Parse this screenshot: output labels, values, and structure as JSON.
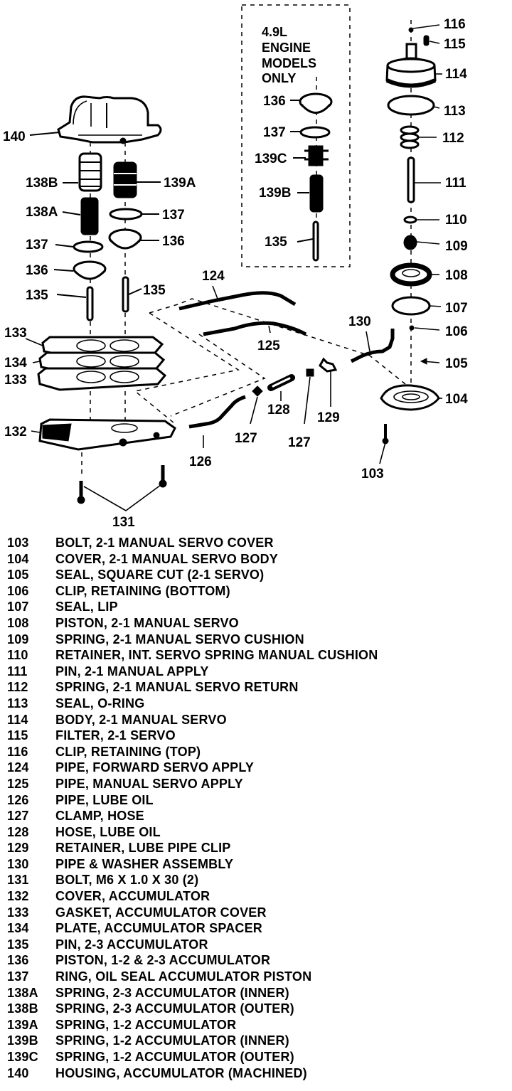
{
  "diagram": {
    "title": "2-1 Manual Servo and Accumulator Exploded View",
    "note_box": [
      "4.9L",
      "ENGINE",
      "MODELS",
      "ONLY"
    ],
    "callouts": {
      "c116": "116",
      "c115": "115",
      "c114": "114",
      "c113": "113",
      "c112": "112",
      "c111": "111",
      "c110": "110",
      "c109": "109",
      "c108": "108",
      "c107": "107",
      "c106": "106",
      "c105": "105",
      "c104": "104",
      "c103": "103",
      "c140": "140",
      "c138b": "138B",
      "c139a": "139A",
      "c138a": "138A",
      "c137a": "137",
      "c137b": "137",
      "c136a": "136",
      "c136b": "136",
      "c135a": "135",
      "c135b": "135",
      "c133a": "133",
      "c134": "134",
      "c133b": "133",
      "c132": "132",
      "c131": "131",
      "c126": "126",
      "c127a": "127",
      "c127b": "127",
      "c128": "128",
      "c129": "129",
      "c130": "130",
      "c124": "124",
      "c125": "125",
      "box136": "136",
      "box137": "137",
      "box139c": "139C",
      "box139b": "139B",
      "box135": "135"
    }
  },
  "parts_list": [
    {
      "num": "103",
      "desc": "BOLT, 2-1 MANUAL SERVO COVER"
    },
    {
      "num": "104",
      "desc": "COVER, 2-1 MANUAL SERVO BODY"
    },
    {
      "num": "105",
      "desc": "SEAL, SQUARE CUT (2-1 SERVO)"
    },
    {
      "num": "106",
      "desc": "CLIP, RETAINING (BOTTOM)"
    },
    {
      "num": "107",
      "desc": "SEAL, LIP"
    },
    {
      "num": "108",
      "desc": "PISTON, 2-1 MANUAL SERVO"
    },
    {
      "num": "109",
      "desc": "SPRING, 2-1 MANUAL SERVO CUSHION"
    },
    {
      "num": "110",
      "desc": "RETAINER, INT. SERVO SPRING MANUAL CUSHION"
    },
    {
      "num": "111",
      "desc": "PIN, 2-1 MANUAL APPLY"
    },
    {
      "num": "112",
      "desc": "SPRING, 2-1 MANUAL SERVO RETURN"
    },
    {
      "num": "113",
      "desc": "SEAL, O-RING"
    },
    {
      "num": "114",
      "desc": "BODY, 2-1 MANUAL SERVO"
    },
    {
      "num": "115",
      "desc": "FILTER, 2-1 SERVO"
    },
    {
      "num": "116",
      "desc": "CLIP, RETAINING (TOP)"
    },
    {
      "num": "124",
      "desc": "PIPE, FORWARD SERVO APPLY"
    },
    {
      "num": "125",
      "desc": "PIPE, MANUAL SERVO APPLY"
    },
    {
      "num": "126",
      "desc": "PIPE, LUBE OIL"
    },
    {
      "num": "127",
      "desc": "CLAMP, HOSE"
    },
    {
      "num": "128",
      "desc": "HOSE, LUBE OIL"
    },
    {
      "num": "129",
      "desc": "RETAINER, LUBE PIPE CLIP"
    },
    {
      "num": "130",
      "desc": "PIPE & WASHER ASSEMBLY"
    },
    {
      "num": "131",
      "desc": "BOLT, M6 X 1.0 X 30 (2)"
    },
    {
      "num": "132",
      "desc": "COVER, ACCUMULATOR"
    },
    {
      "num": "133",
      "desc": "GASKET, ACCUMULATOR COVER"
    },
    {
      "num": "134",
      "desc": "PLATE, ACCUMULATOR SPACER"
    },
    {
      "num": "135",
      "desc": "PIN, 2-3 ACCUMULATOR"
    },
    {
      "num": "136",
      "desc": "PISTON, 1-2 & 2-3 ACCUMULATOR"
    },
    {
      "num": "137",
      "desc": "RING, OIL SEAL ACCUMULATOR PISTON"
    },
    {
      "num": "138A",
      "desc": "SPRING, 2-3 ACCUMULATOR (INNER)"
    },
    {
      "num": "138B",
      "desc": "SPRING, 2-3 ACCUMULATOR (OUTER)"
    },
    {
      "num": "139A",
      "desc": "SPRING, 1-2 ACCUMULATOR"
    },
    {
      "num": "139B",
      "desc": "SPRING, 1-2 ACCUMULATOR (INNER)"
    },
    {
      "num": "139C",
      "desc": "SPRING, 1-2 ACCUMULATOR (OUTER)"
    },
    {
      "num": "140",
      "desc": "HOUSING, ACCUMULATOR (MACHINED)"
    }
  ]
}
